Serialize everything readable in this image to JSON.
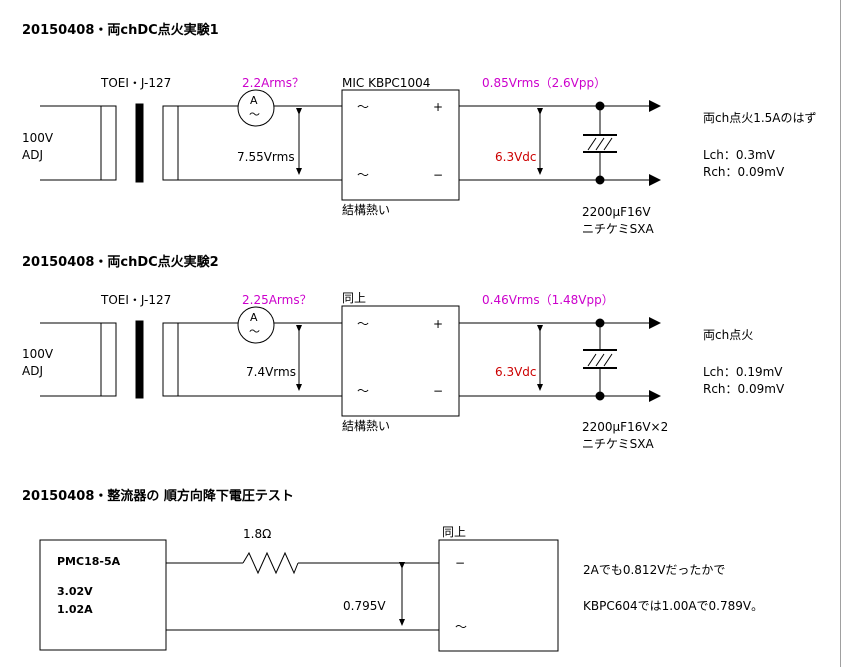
{
  "colors": {
    "magenta": "#cc00cc",
    "red": "#cc0000",
    "line": "#000000"
  },
  "exp1": {
    "heading": "20150408・両chDC点火実験1",
    "transformer": "TOEI・J-127",
    "current": "2.2Arms？",
    "bridge": "MIC KBPC1004",
    "ripple": "0.85Vrms（2.6Vpp）",
    "input": [
      "100V",
      "ADJ"
    ],
    "ac_voltage": "7.55Vrms",
    "dc_voltage": "6.3Vdc",
    "plus": "+",
    "minus": "−",
    "ac1": "～",
    "ac2": "～",
    "meter": "A",
    "meter_wave": "～",
    "bridge_note": "結構熱い",
    "cap": [
      "2200μF16V",
      "ニチケミSXA"
    ],
    "result": "両ch点火1.5Aのはず",
    "lch": "Lch：0.3mV",
    "rch": "Rch：0.09mV"
  },
  "exp2": {
    "heading": "20150408・両chDC点火実験2",
    "transformer": "TOEI・J-127",
    "current": "2.25Arms？",
    "bridge": "同上",
    "ripple": "0.46Vrms（1.48Vpp）",
    "input": [
      "100V",
      "ADJ"
    ],
    "ac_voltage": "7.4Vrms",
    "dc_voltage": "6.3Vdc",
    "plus": "+",
    "minus": "−",
    "ac1": "～",
    "ac2": "～",
    "meter": "A",
    "meter_wave": "～",
    "bridge_note": "結構熱い",
    "cap": [
      "2200μF16V×2",
      "ニチケミSXA"
    ],
    "result": "両ch点火",
    "lch": "Lch：0.19mV",
    "rch": "Rch：0.09mV"
  },
  "exp3": {
    "heading": "20150408・整流器の 順方向降下電圧テスト",
    "psu": "PMC18-5A",
    "psu_v": "3.02V",
    "psu_a": "1.02A",
    "resistor": "1.8Ω",
    "vdrop": "0.795V",
    "bridge": "同上",
    "minus": "−",
    "ac": "～",
    "note1": "2Aでも0.812Vだったかで",
    "note2": "KBPC604では1.00Aで0.789V。"
  }
}
